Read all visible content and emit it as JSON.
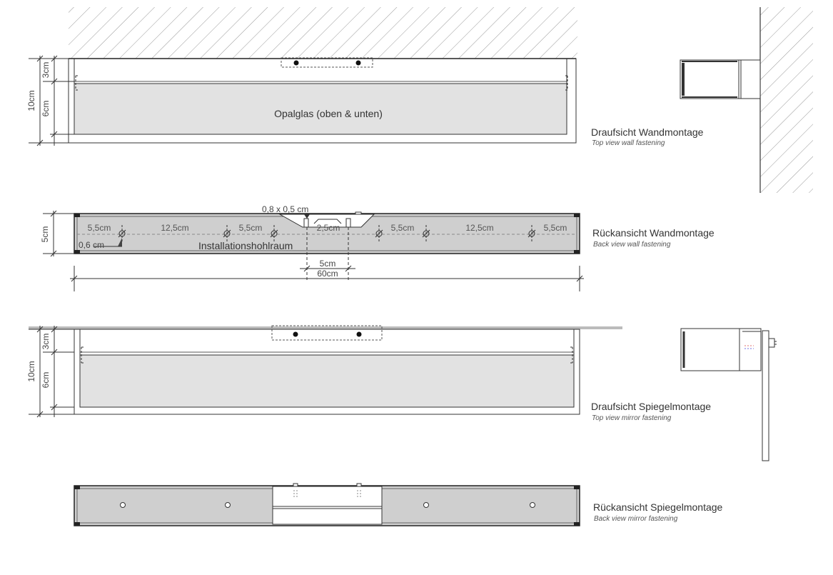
{
  "views": {
    "top_wall": {
      "title": "Draufsicht Wandmontage",
      "subtitle": "Top view wall fastening"
    },
    "back_wall": {
      "title": "Rückansicht Wandmontage",
      "subtitle": "Back view wall fastening"
    },
    "top_mirror": {
      "title": "Draufsicht Spiegelmontage",
      "subtitle": "Top view mirror fastening"
    },
    "back_mirror": {
      "title": "Rückansicht Spiegelmontage",
      "subtitle": "Back view mirror fastening"
    }
  },
  "labels": {
    "opal_glass": "Opalglas (oben & unten)",
    "installation_cavity": "Installationshohlraum"
  },
  "dimensions": {
    "total_height": "10cm",
    "upper": "3cm",
    "lower": "6cm",
    "back_height": "5cm",
    "slot": "0,8 x 0,5 cm",
    "edge": "0,6 cm",
    "spacings": [
      "5,5cm",
      "12,5cm",
      "5,5cm",
      "2,5cm",
      "5,5cm",
      "12,5cm",
      "5,5cm"
    ],
    "bracket_width": "5cm",
    "total_width": "60cm",
    "total_height_mirror": "10cm",
    "upper_mirror": "3cm",
    "lower_mirror": "6cm"
  }
}
